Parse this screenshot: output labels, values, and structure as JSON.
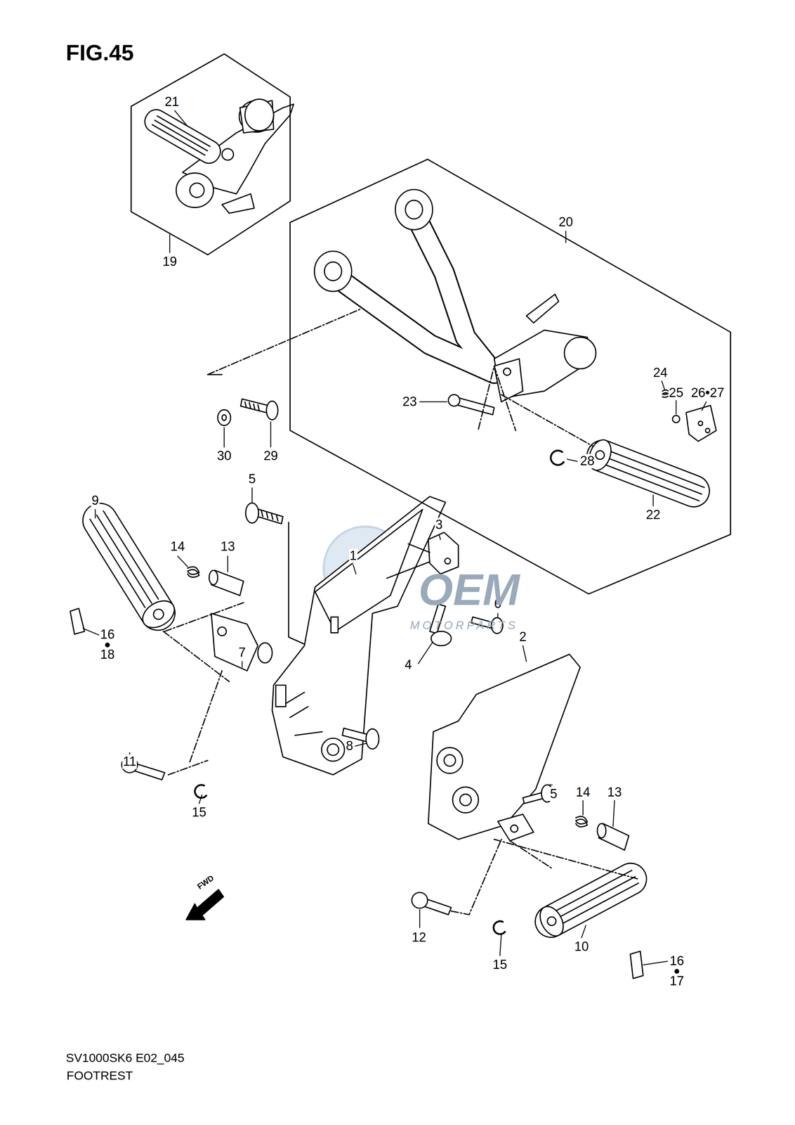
{
  "diagram": {
    "title": "FIG.45",
    "caption": "SV1000SK6 E02_045",
    "nodes": [
      {
        "text": [
          "21",
          "19"
        ]
      },
      {
        "text": [
          "20",
          "23",
          "24",
          "25",
          "26•27",
          "28",
          "22"
        ]
      }
    ],
    "labels": [
      "30",
      "29",
      "5",
      "9",
      "14",
      "13",
      "3",
      "1",
      "6",
      "16",
      "18",
      "7",
      "4",
      "11",
      "8",
      "15",
      "2",
      "5",
      "14",
      "13",
      "12",
      "15",
      "10",
      "16",
      "17",
      "FWD",
      "OEM",
      "MOTORPARTS",
      "FOOTREST"
    ]
  }
}
